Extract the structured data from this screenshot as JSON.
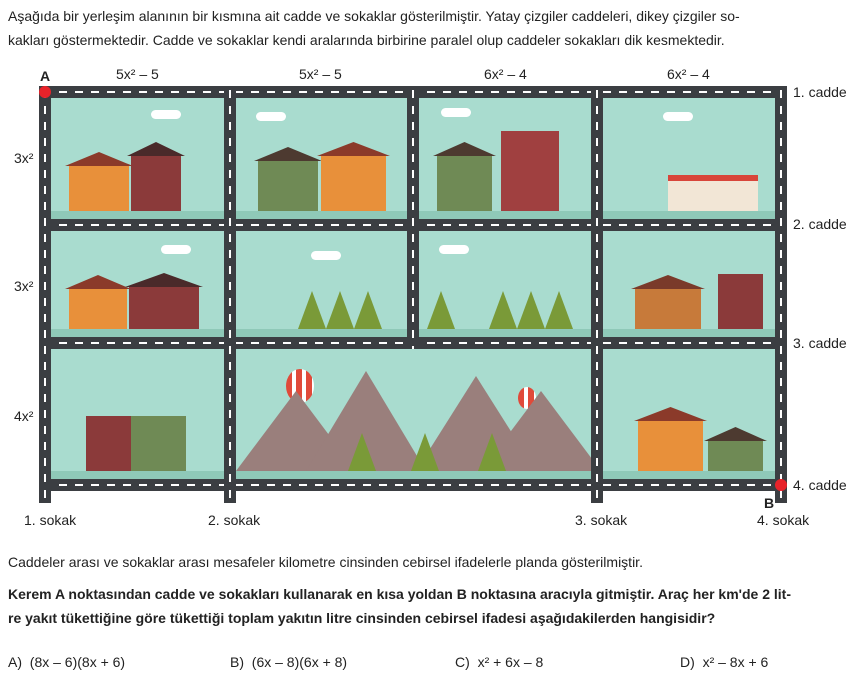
{
  "intro": {
    "line1": "Aşağıda bir yerleşim alanının bir kısmına ait cadde ve sokaklar gösterilmiştir. Yatay çizgiler caddeleri, dikey çizgiler so-",
    "line2": "kakları göstermektedir. Cadde ve sokaklar kendi aralarında birbirine paralel olup caddeler sokakları dik kesmektedir."
  },
  "map": {
    "point_a": "A",
    "point_b": "B",
    "top_lengths": [
      "5x² – 5",
      "5x² – 5",
      "6x² – 4",
      "6x² – 4"
    ],
    "side_lengths": [
      "3x²",
      "3x²",
      "4x²"
    ],
    "caddeler": [
      "1. cadde",
      "2. cadde",
      "3. cadde",
      "4. cadde"
    ],
    "sokaklar": [
      "1. sokak",
      "2. sokak",
      "3. sokak",
      "4. sokak"
    ],
    "colors": {
      "road": "#3b3e42",
      "block": "#a9dccf",
      "marker": "#e8232a"
    }
  },
  "info": "Caddeler arası ve sokaklar arası mesafeler kilometre cinsinden cebirsel ifadelerle planda gösterilmiştir.",
  "question": {
    "line1": "Kerem A noktasından cadde ve sokakları kullanarak en kısa yoldan B noktasına aracıyla gitmiştir. Araç her km'de 2 lit-",
    "line2": "re yakıt tükettiğine göre tükettiği toplam yakıtın litre cinsinden cebirsel ifadesi aşağıdakilerden hangisidir?"
  },
  "options": [
    {
      "key": "A)",
      "text": "(8x – 6)(8x + 6)"
    },
    {
      "key": "B)",
      "text": "(6x – 8)(6x + 8)"
    },
    {
      "key": "C)",
      "text": "x² + 6x – 8"
    },
    {
      "key": "D)",
      "text": "x² – 8x + 6"
    }
  ]
}
